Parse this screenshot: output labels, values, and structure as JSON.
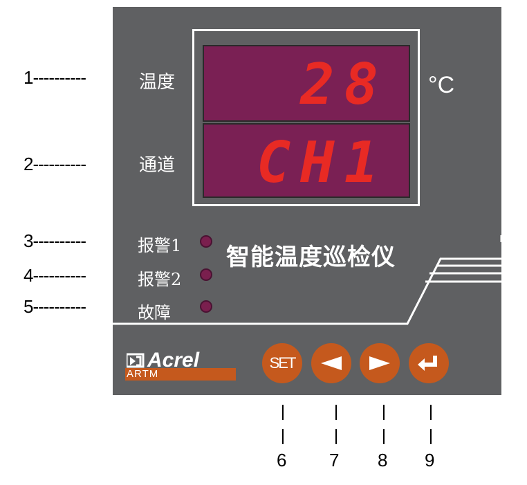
{
  "callouts": [
    "1----------",
    "2----------",
    "3----------",
    "4----------",
    "5----------"
  ],
  "display": {
    "row1_label": "温度",
    "row1_value": "28",
    "row2_label": "通道",
    "row2_value": "CH1",
    "unit": "°C"
  },
  "indicators": [
    {
      "label": "报警1"
    },
    {
      "label": "报警2"
    },
    {
      "label": "故障"
    }
  ],
  "model_name": "智能温度巡检仪",
  "brand": {
    "logo_text": "Acrel",
    "model": "ARTM"
  },
  "buttons": {
    "set_label": "SET"
  },
  "button_numbers": [
    "6",
    "7",
    "8",
    "9"
  ],
  "colors": {
    "panel": "#5f6062",
    "display_bg": "#7a2054",
    "segment": "#e82a24",
    "button": "#c5591d",
    "led": "#7a1f4e"
  },
  "icons": [
    "left-arrow-icon",
    "right-arrow-icon",
    "enter-icon",
    "acrel-logo-icon"
  ]
}
